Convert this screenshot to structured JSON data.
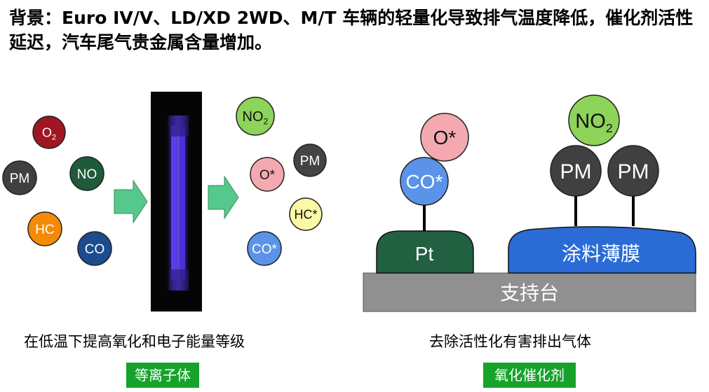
{
  "heading": "背景：Euro IV/V、LD/XD 2WD、M/T 车辆的轻量化导致排气温度降低，催化剂活性延迟，汽车尾气贵金属含量增加。",
  "left_panel": {
    "input_molecules": [
      {
        "name": "o2",
        "label_main": "O",
        "label_sub": "2",
        "color": "#a01723"
      },
      {
        "name": "pm",
        "label_main": "PM",
        "label_sub": "",
        "color": "#404040"
      },
      {
        "name": "no",
        "label_main": "NO",
        "label_sub": "",
        "color": "#1f5a3a"
      },
      {
        "name": "hc",
        "label_main": "HC",
        "label_sub": "",
        "color": "#f58a06"
      },
      {
        "name": "co",
        "label_main": "CO",
        "label_sub": "",
        "color": "#1c4c8f"
      }
    ],
    "output_molecules": [
      {
        "name": "no2",
        "label_main": "NO",
        "label_sub": "2",
        "color": "#8ed35a"
      },
      {
        "name": "pm",
        "label_main": "PM",
        "label_sub": "",
        "color": "#444444"
      },
      {
        "name": "o-star",
        "label_main": "O*",
        "label_sub": "",
        "color": "#f4a9b1"
      },
      {
        "name": "hc-star",
        "label_main": "HC*",
        "label_sub": "",
        "color": "#fbf8a6"
      },
      {
        "name": "co-star",
        "label_main": "CO*",
        "label_sub": "",
        "color": "#5b93e8"
      }
    ],
    "caption": "在低温下提高氧化和电子能量等级",
    "tag": "等离子体"
  },
  "right_panel": {
    "molecules": [
      {
        "name": "o-star",
        "label_main": "O*",
        "label_sub": "",
        "color": "#f4a9b1"
      },
      {
        "name": "co-star",
        "label_main": "CO*",
        "label_sub": "",
        "color": "#5b93e8"
      },
      {
        "name": "no2",
        "label_main": "NO",
        "label_sub": "2",
        "color": "#8ed35a"
      },
      {
        "name": "pm-1",
        "label_main": "PM",
        "label_sub": "",
        "color": "#404040"
      },
      {
        "name": "pm-2",
        "label_main": "PM",
        "label_sub": "",
        "color": "#404040"
      }
    ],
    "pt_label": "Pt",
    "coating_label": "涂料薄膜",
    "support_label": "支持台",
    "caption": "去除活性化有害排出气体",
    "tag": "氧化催化剂"
  }
}
